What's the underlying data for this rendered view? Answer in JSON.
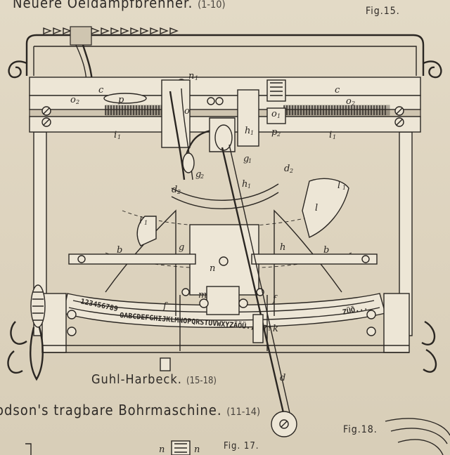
{
  "title_top": {
    "text": "Neuere Oeldampfbrenner.",
    "ref": "(1-10)"
  },
  "fig15": "Fig.15.",
  "fig17": "Fig. 17.",
  "fig18": "Fig.18.",
  "caption_guhl": {
    "text": "Guhl-Harbeck.",
    "ref": "(15-18)"
  },
  "caption_dodson": {
    "text": "odson's tragbare Bohrmaschine.",
    "ref": "(11-14)"
  },
  "part_labels": {
    "n1": "n",
    "c_left": "c",
    "c_right": "c",
    "p": "p",
    "o2_left": "o",
    "o2_right": "o",
    "o_mid": "o",
    "o1": "o",
    "h1": "h",
    "p2": "p",
    "i1_left": "i",
    "i1_right": "i",
    "g1": "g",
    "g2": "g",
    "d2_left": "d",
    "d2_right": "d",
    "h_small": "h",
    "l1_right": "l",
    "l_right": "l",
    "l1_left": "l",
    "b_left": "b",
    "b_right": "b",
    "g_big": "g",
    "h_big": "h",
    "n_mid": "n",
    "m": "m",
    "f_left": "f",
    "f_right": "f",
    "k": "k",
    "d": "d",
    "fig17_n": "n",
    "fig17_n2": "n"
  },
  "typewheel": {
    "upper": "123456789",
    "lower": "OABCDEFGHIJKLMNOPQRSTUVWXYZÄÖÜ.,;:?!",
    "right": "ZÜÖ..."
  }
}
